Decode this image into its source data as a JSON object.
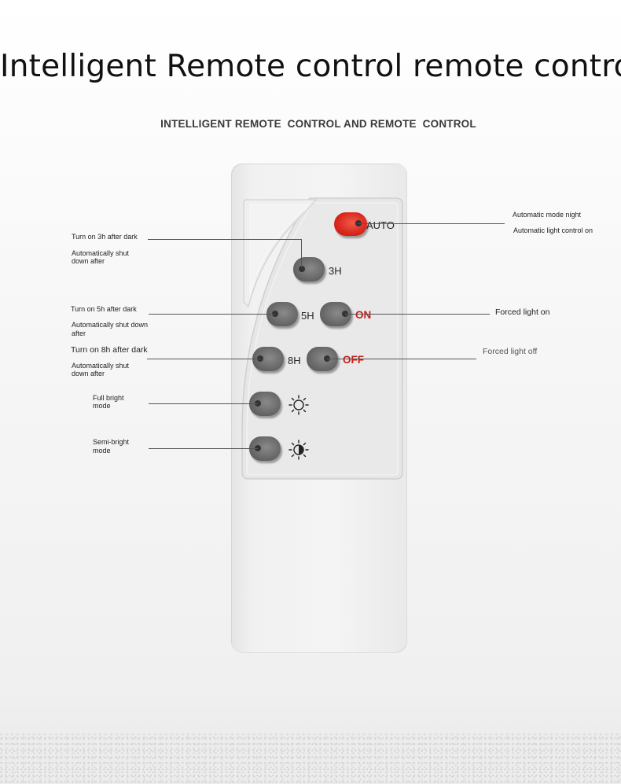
{
  "title": "Intelligent Remote control remote control",
  "subtitle": "INTELLIGENT REMOTE  CONTROL AND REMOTE  CONTROL",
  "remote": {
    "buttons": {
      "auto": "AUTO",
      "h3": "3H",
      "h5": "5H",
      "on": "ON",
      "h8": "8H",
      "off": "OFF"
    },
    "icons": {
      "full_bright": "sun-icon",
      "semi_bright": "half-sun-icon"
    },
    "colors": {
      "accent_red": "#d9261c",
      "button_gray": "#6a6a6a"
    }
  },
  "annotations": {
    "h3_line1": "Turn on 3h after dark",
    "h3_line2": "Automatically shut",
    "h3_line3": "down after",
    "h5_line1": "Turn on 5h after dark",
    "h5_line2": "Automatically shut down",
    "h5_line3": "after",
    "h8_line1": "Turn on 8h after dark",
    "h8_line2": "Automatically shut",
    "h8_line3": "down after",
    "full_line1": "Full bright",
    "full_line2": "mode",
    "semi_line1": "Semi-bright",
    "semi_line2": "mode",
    "auto_line1": "Automatic mode night",
    "auto_line2": "Automatic light control on",
    "on_text": "Forced light on",
    "off_text": "Forced light off"
  }
}
